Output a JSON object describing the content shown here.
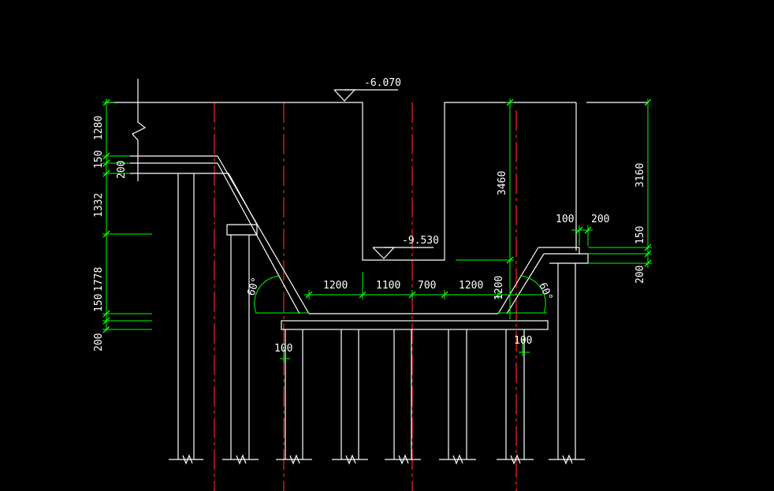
{
  "colors": {
    "background": "#000000",
    "geometry": "#ffffff",
    "dimension": "#00ff00",
    "centerline": "#ff2020"
  },
  "elevations": {
    "top": "-6.070",
    "bottom": "-9.530"
  },
  "left_dims": {
    "d1280": "1280",
    "d150a": "150",
    "d200a": "200",
    "d1332": "1332",
    "d1778": "1778",
    "d150b": "150",
    "d200b": "200"
  },
  "right_dims": {
    "d3460": "3460",
    "d3160": "3160",
    "d100": "100",
    "d200": "200",
    "d150": "150",
    "d200b": "200"
  },
  "bottom_dims": {
    "d1200a": "1200",
    "d1100": "1100",
    "d700": "700",
    "d1200b": "1200",
    "d1200c": "1200",
    "d100l": "100",
    "d100r": "100"
  },
  "angles": {
    "left": "60°",
    "right": "60°"
  }
}
